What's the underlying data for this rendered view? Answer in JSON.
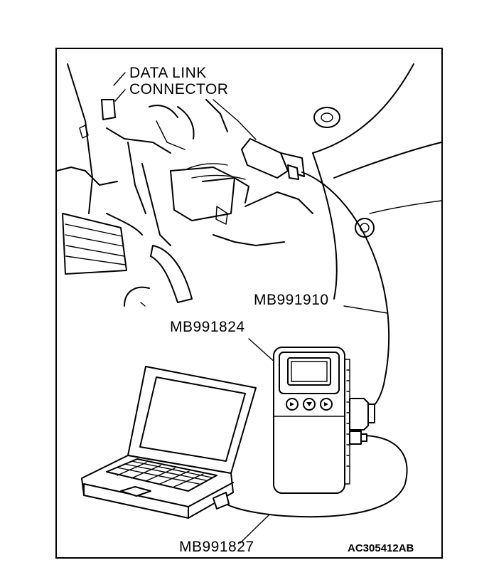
{
  "labels": {
    "data_link_line1": "DATA LINK",
    "data_link_line2": "CONNECTOR",
    "cable_mb991910": "MB991910",
    "device_mb991824": "MB991824",
    "cable_mb991827": "MB991827",
    "figure_code": "AC305412AB"
  }
}
